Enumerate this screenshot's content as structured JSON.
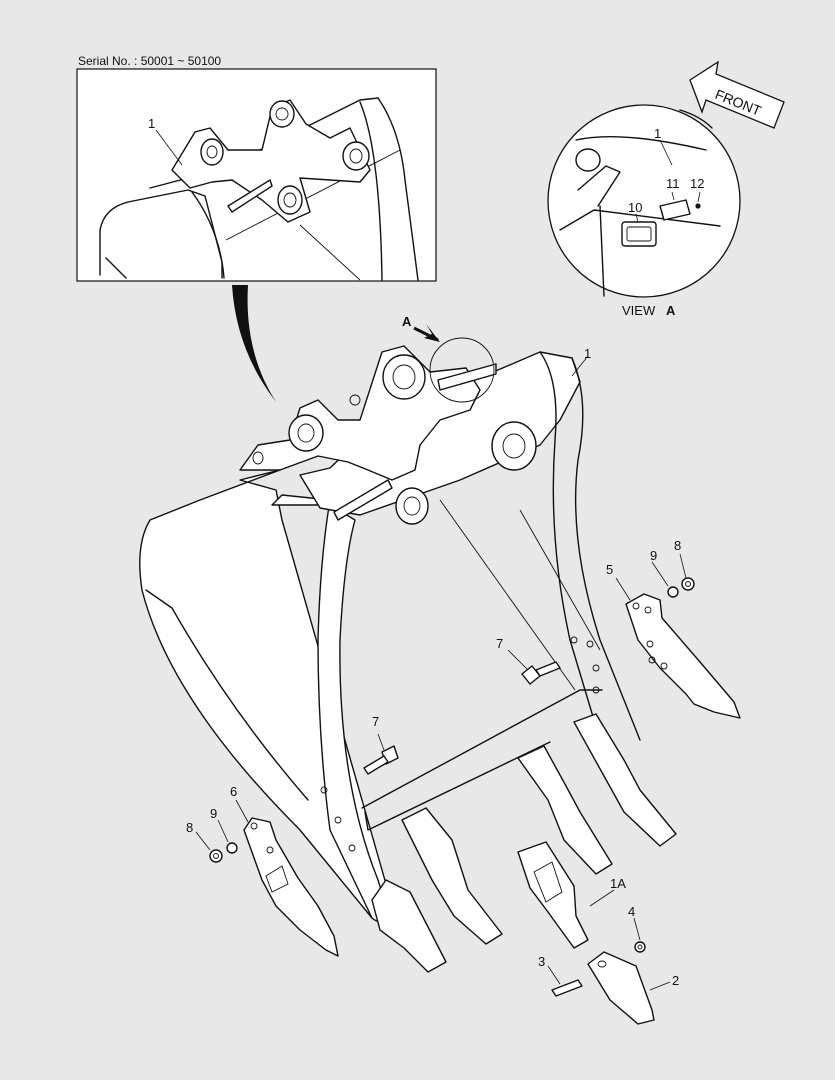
{
  "serial_label": "Serial No. : 50001 ~ 50100",
  "front_label": "FRONT",
  "view_label": "VIEW",
  "view_letter": "A",
  "arrow_label": "A",
  "inset_callouts": {
    "detail_1": "1",
    "view_1": "1",
    "view_10": "10",
    "view_11": "11",
    "view_12": "12"
  },
  "callouts": {
    "bucket_1": "1",
    "tooth_1A": "1A",
    "tooth_point_2": "2",
    "pin_3": "3",
    "lock_4": "4",
    "side_cutter_right_5": "5",
    "side_cutter_left_6": "6",
    "bolt_right_7": "7",
    "bolt_left_7": "7",
    "nut_right_8": "8",
    "nut_left_8": "8",
    "washer_right_9": "9",
    "washer_left_9": "9"
  },
  "colors": {
    "background": "#e8e8e8",
    "ink": "#111111",
    "fill": "#ffffff"
  }
}
